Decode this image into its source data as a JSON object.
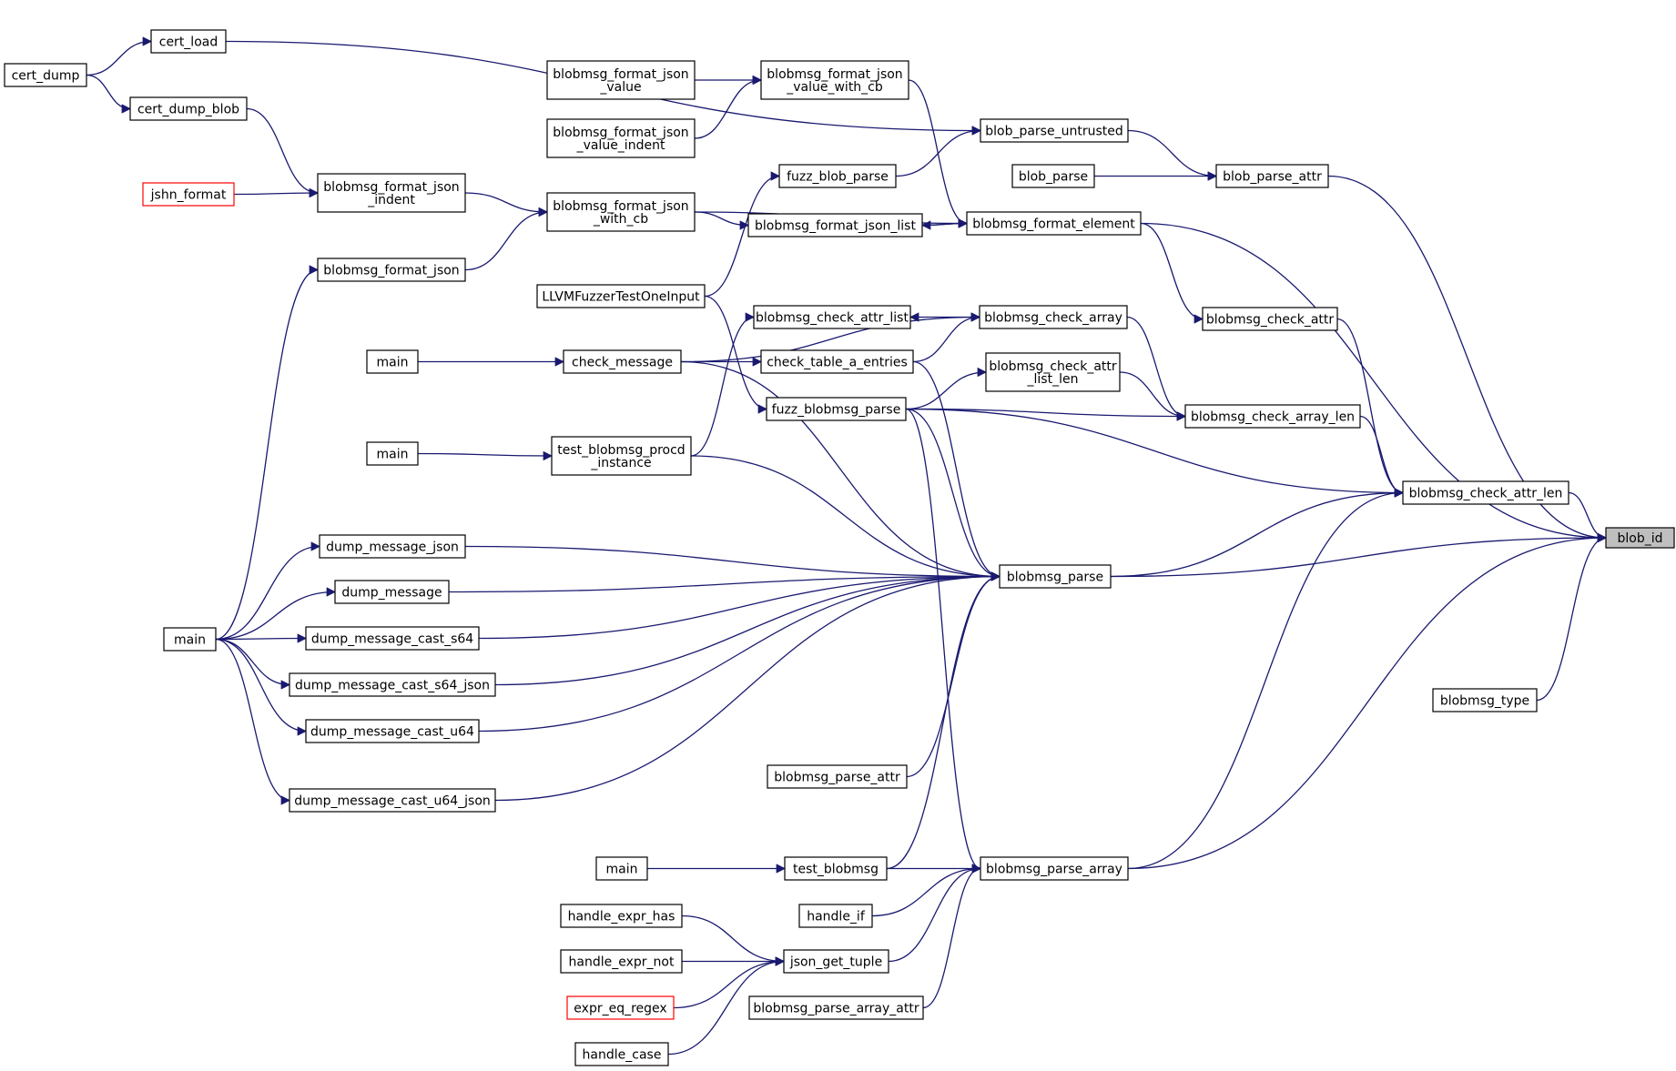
{
  "title": "",
  "nodes": [
    {
      "id": "blob_id",
      "lines": [
        "blob_id"
      ],
      "focus": true
    },
    {
      "id": "cert_dump",
      "lines": [
        "cert_dump"
      ]
    },
    {
      "id": "cert_load",
      "lines": [
        "cert_load"
      ]
    },
    {
      "id": "cert_dump_blob",
      "lines": [
        "cert_dump_blob"
      ]
    },
    {
      "id": "jshn_format",
      "lines": [
        "jshn_format"
      ],
      "red": true
    },
    {
      "id": "blobmsg_format_json_indent",
      "lines": [
        "blobmsg_format_json",
        "_indent"
      ]
    },
    {
      "id": "blobmsg_format_json",
      "lines": [
        "blobmsg_format_json"
      ]
    },
    {
      "id": "blobmsg_format_json_value",
      "lines": [
        "blobmsg_format_json",
        "_value"
      ]
    },
    {
      "id": "blobmsg_format_json_value_indent",
      "lines": [
        "blobmsg_format_json",
        "_value_indent"
      ]
    },
    {
      "id": "blobmsg_format_json_value_with_cb",
      "lines": [
        "blobmsg_format_json",
        "_value_with_cb"
      ]
    },
    {
      "id": "blobmsg_format_json_with_cb",
      "lines": [
        "blobmsg_format_json",
        "_with_cb"
      ]
    },
    {
      "id": "blob_parse_untrusted",
      "lines": [
        "blob_parse_untrusted"
      ]
    },
    {
      "id": "fuzz_blob_parse",
      "lines": [
        "fuzz_blob_parse"
      ]
    },
    {
      "id": "blob_parse",
      "lines": [
        "blob_parse"
      ]
    },
    {
      "id": "blob_parse_attr",
      "lines": [
        "blob_parse_attr"
      ]
    },
    {
      "id": "blobmsg_format_json_list",
      "lines": [
        "blobmsg_format_json_list"
      ]
    },
    {
      "id": "blobmsg_format_element",
      "lines": [
        "blobmsg_format_element"
      ]
    },
    {
      "id": "LLVMFuzzerTestOneInput",
      "lines": [
        "LLVMFuzzerTestOneInput"
      ]
    },
    {
      "id": "blobmsg_check_attr_list",
      "lines": [
        "blobmsg_check_attr_list"
      ]
    },
    {
      "id": "blobmsg_check_array",
      "lines": [
        "blobmsg_check_array"
      ]
    },
    {
      "id": "blobmsg_check_attr",
      "lines": [
        "blobmsg_check_attr"
      ]
    },
    {
      "id": "main1",
      "lines": [
        "main"
      ]
    },
    {
      "id": "check_message",
      "lines": [
        "check_message"
      ]
    },
    {
      "id": "check_table_a_entries",
      "lines": [
        "check_table_a_entries"
      ]
    },
    {
      "id": "blobmsg_check_attr_list_len",
      "lines": [
        "blobmsg_check_attr",
        "_list_len"
      ]
    },
    {
      "id": "fuzz_blobmsg_parse",
      "lines": [
        "fuzz_blobmsg_parse"
      ]
    },
    {
      "id": "blobmsg_check_array_len",
      "lines": [
        "blobmsg_check_array_len"
      ]
    },
    {
      "id": "main2",
      "lines": [
        "main"
      ]
    },
    {
      "id": "test_blobmsg_procd_instance",
      "lines": [
        "test_blobmsg_procd",
        "_instance"
      ]
    },
    {
      "id": "blobmsg_check_attr_len",
      "lines": [
        "blobmsg_check_attr_len"
      ]
    },
    {
      "id": "dump_message_json",
      "lines": [
        "dump_message_json"
      ]
    },
    {
      "id": "blobmsg_parse",
      "lines": [
        "blobmsg_parse"
      ]
    },
    {
      "id": "dump_message",
      "lines": [
        "dump_message"
      ]
    },
    {
      "id": "main3",
      "lines": [
        "main"
      ]
    },
    {
      "id": "dump_message_cast_s64",
      "lines": [
        "dump_message_cast_s64"
      ]
    },
    {
      "id": "dump_message_cast_s64_json",
      "lines": [
        "dump_message_cast_s64_json"
      ]
    },
    {
      "id": "dump_message_cast_u64",
      "lines": [
        "dump_message_cast_u64"
      ]
    },
    {
      "id": "blobmsg_type",
      "lines": [
        "blobmsg_type"
      ]
    },
    {
      "id": "blobmsg_parse_attr",
      "lines": [
        "blobmsg_parse_attr"
      ]
    },
    {
      "id": "dump_message_cast_u64_json",
      "lines": [
        "dump_message_cast_u64_json"
      ]
    },
    {
      "id": "main4",
      "lines": [
        "main"
      ]
    },
    {
      "id": "test_blobmsg",
      "lines": [
        "test_blobmsg"
      ]
    },
    {
      "id": "blobmsg_parse_array",
      "lines": [
        "blobmsg_parse_array"
      ]
    },
    {
      "id": "handle_expr_has",
      "lines": [
        "handle_expr_has"
      ]
    },
    {
      "id": "handle_if",
      "lines": [
        "handle_if"
      ]
    },
    {
      "id": "handle_expr_not",
      "lines": [
        "handle_expr_not"
      ]
    },
    {
      "id": "json_get_tuple",
      "lines": [
        "json_get_tuple"
      ]
    },
    {
      "id": "expr_eq_regex",
      "lines": [
        "expr_eq_regex"
      ],
      "red": true
    },
    {
      "id": "blobmsg_parse_array_attr",
      "lines": [
        "blobmsg_parse_array_attr"
      ]
    },
    {
      "id": "handle_case",
      "lines": [
        "handle_case"
      ]
    }
  ],
  "edges": [
    [
      "cert_dump",
      "cert_load"
    ],
    [
      "cert_dump",
      "cert_dump_blob"
    ],
    [
      "cert_load",
      "blob_parse_untrusted"
    ],
    [
      "cert_dump_blob",
      "blobmsg_format_json_indent"
    ],
    [
      "jshn_format",
      "blobmsg_format_json_indent"
    ],
    [
      "blobmsg_format_json_indent",
      "blobmsg_format_json_with_cb"
    ],
    [
      "blobmsg_format_json",
      "blobmsg_format_json_with_cb"
    ],
    [
      "main3",
      "blobmsg_format_json"
    ],
    [
      "blobmsg_format_json_value",
      "blobmsg_format_json_value_with_cb"
    ],
    [
      "blobmsg_format_json_value_indent",
      "blobmsg_format_json_value_with_cb"
    ],
    [
      "blobmsg_format_json_value_with_cb",
      "blobmsg_format_element"
    ],
    [
      "blobmsg_format_json_with_cb",
      "blobmsg_format_json_list"
    ],
    [
      "blobmsg_format_json_with_cb",
      "blobmsg_format_element"
    ],
    [
      "blobmsg_format_json_list",
      "blobmsg_format_element"
    ],
    [
      "blobmsg_format_element",
      "blobmsg_format_json_list"
    ],
    [
      "blobmsg_format_element",
      "blobmsg_check_attr"
    ],
    [
      "blobmsg_format_element",
      "blob_id"
    ],
    [
      "blob_parse_untrusted",
      "blob_parse_attr"
    ],
    [
      "fuzz_blob_parse",
      "blob_parse_untrusted"
    ],
    [
      "LLVMFuzzerTestOneInput",
      "fuzz_blob_parse"
    ],
    [
      "LLVMFuzzerTestOneInput",
      "fuzz_blobmsg_parse"
    ],
    [
      "blob_parse",
      "blob_parse_attr"
    ],
    [
      "blob_parse_attr",
      "blob_id"
    ],
    [
      "blobmsg_check_array",
      "blobmsg_check_attr_list"
    ],
    [
      "check_table_a_entries",
      "blobmsg_check_array"
    ],
    [
      "check_message",
      "blobmsg_check_array"
    ],
    [
      "blobmsg_check_array",
      "blobmsg_check_array_len"
    ],
    [
      "blobmsg_check_attr",
      "blobmsg_check_attr_len"
    ],
    [
      "main1",
      "check_message"
    ],
    [
      "check_message",
      "check_table_a_entries"
    ],
    [
      "test_blobmsg_procd_instance",
      "blobmsg_check_attr_list"
    ],
    [
      "main2",
      "test_blobmsg_procd_instance"
    ],
    [
      "fuzz_blobmsg_parse",
      "blobmsg_check_attr_list_len"
    ],
    [
      "blobmsg_check_attr_list_len",
      "blobmsg_check_array_len"
    ],
    [
      "fuzz_blobmsg_parse",
      "blobmsg_check_array_len"
    ],
    [
      "blobmsg_check_array_len",
      "blobmsg_check_attr_len"
    ],
    [
      "fuzz_blobmsg_parse",
      "blobmsg_check_attr_len"
    ],
    [
      "blobmsg_check_attr_len",
      "blob_id"
    ],
    [
      "check_table_a_entries",
      "blobmsg_parse"
    ],
    [
      "fuzz_blobmsg_parse",
      "blobmsg_parse"
    ],
    [
      "check_message",
      "blobmsg_parse"
    ],
    [
      "test_blobmsg_procd_instance",
      "blobmsg_parse"
    ],
    [
      "dump_message_json",
      "blobmsg_parse"
    ],
    [
      "dump_message",
      "blobmsg_parse"
    ],
    [
      "dump_message_cast_s64",
      "blobmsg_parse"
    ],
    [
      "dump_message_cast_s64_json",
      "blobmsg_parse"
    ],
    [
      "dump_message_cast_u64",
      "blobmsg_parse"
    ],
    [
      "blobmsg_parse_attr",
      "blobmsg_parse"
    ],
    [
      "dump_message_cast_u64_json",
      "blobmsg_parse"
    ],
    [
      "test_blobmsg",
      "blobmsg_parse"
    ],
    [
      "blobmsg_parse",
      "blobmsg_check_attr_len"
    ],
    [
      "blobmsg_parse",
      "blob_id"
    ],
    [
      "main3",
      "dump_message_json"
    ],
    [
      "main3",
      "dump_message"
    ],
    [
      "main3",
      "dump_message_cast_s64"
    ],
    [
      "main3",
      "dump_message_cast_s64_json"
    ],
    [
      "main3",
      "dump_message_cast_u64"
    ],
    [
      "main3",
      "dump_message_cast_u64_json"
    ],
    [
      "fuzz_blobmsg_parse",
      "blobmsg_parse_array"
    ],
    [
      "blobmsg_parse_array",
      "blobmsg_check_attr_len"
    ],
    [
      "blobmsg_parse_array",
      "blob_id"
    ],
    [
      "blobmsg_type",
      "blob_id"
    ],
    [
      "main4",
      "test_blobmsg"
    ],
    [
      "test_blobmsg",
      "blobmsg_parse_array"
    ],
    [
      "handle_if",
      "blobmsg_parse_array"
    ],
    [
      "json_get_tuple",
      "blobmsg_parse_array"
    ],
    [
      "blobmsg_parse_array_attr",
      "blobmsg_parse_array"
    ],
    [
      "handle_expr_has",
      "json_get_tuple"
    ],
    [
      "handle_expr_not",
      "json_get_tuple"
    ],
    [
      "expr_eq_regex",
      "json_get_tuple"
    ],
    [
      "handle_case",
      "json_get_tuple"
    ]
  ]
}
